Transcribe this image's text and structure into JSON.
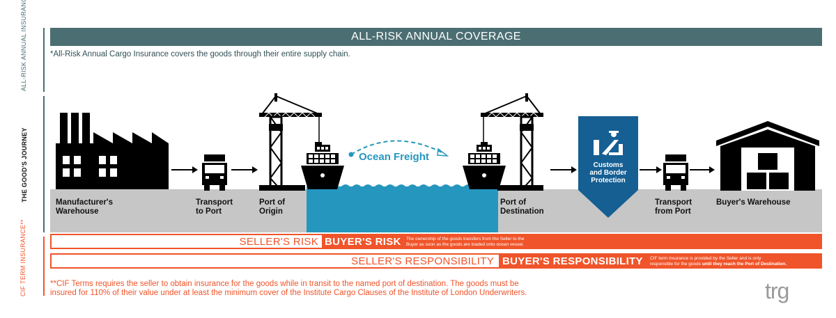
{
  "side_labels": {
    "annual": "ALL-RISK ANNUAL INSURANCE*",
    "journey": "THE GOOD'S JOURNEY",
    "cif": "CIF TERM INSURANCE**"
  },
  "banner": {
    "title": "ALL-RISK ANNUAL COVERAGE"
  },
  "annual_note": "*All-Risk Annual Cargo Insurance covers the goods through their entire supply chain.",
  "journey": {
    "stops": [
      {
        "line1": "Manufacturer's",
        "line2": "Warehouse"
      },
      {
        "line1": "Transport",
        "line2": "to Port"
      },
      {
        "line1": "Port of",
        "line2": "Origin"
      },
      {
        "line1": "Port of",
        "line2": "Destination"
      },
      {
        "line1": "Transport",
        "line2": "from Port"
      },
      {
        "line1": "Buyer's Warehouse",
        "line2": ""
      }
    ],
    "ocean_freight": "Ocean Freight",
    "customs": {
      "line1": "Customs",
      "line2": "and Border",
      "line3": "Protection"
    }
  },
  "risk": {
    "seller": "SELLER'S RISK",
    "buyer": "BUYER'S RISK",
    "note_line1": "The ownership of the goods transfers from the Seller to the",
    "note_line2": "Buyer as soon as the goods are loaded onto ocean vessel."
  },
  "responsibility": {
    "seller": "SELLER'S RESPONSIBILITY",
    "buyer": "BUYER'S RESPONSIBILITY",
    "note_line1": "CIF term insurance is provided by the Seller and is only",
    "note_line2_a": "responsible for the goods ",
    "note_line2_b": "until they reach the Port of Destination."
  },
  "cif_note": {
    "line1": "**CIF Terms requires the seller to obtain insurance for the goods while in transit to the named port of destination. The goods must be",
    "line2": "insured for 110% of their value under at least the minimum cover of the Institute Cargo Clauses of the Institute of London Underwriters."
  },
  "logo": "trg",
  "colors": {
    "teal": "#4b6e72",
    "orange": "#f0542a",
    "water": "#2596be",
    "customs_blue": "#155f93",
    "road": "#c6c6c6"
  }
}
